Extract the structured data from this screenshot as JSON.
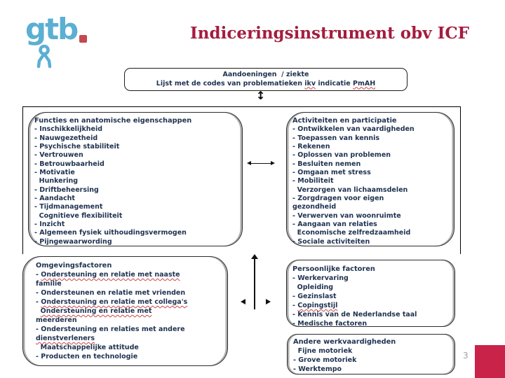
{
  "colors": {
    "title_red": "#A41C3E",
    "text_navy": "#1F3250",
    "logo_blue": "#5BAFD2",
    "logo_dot_red": "#C4494F",
    "corner_red": "#C9234A",
    "squiggle_red": "#CC4444",
    "page_number_gray": "#98A2AC"
  },
  "logo": {
    "text": "gtb"
  },
  "title": {
    "text": "Indiceringsinstrument obv ICF"
  },
  "top_box": {
    "line1": "Aandoeningen  / ziekte",
    "line2_prefix": "Lijst met de codes van problematieken ",
    "line2_term1": "ikv",
    "line2_mid": " indicatie ",
    "line2_term2": "PmAH"
  },
  "boxes": {
    "functies": {
      "title": "Functies en anatomische eigenschappen",
      "lines": [
        {
          "text": "- Inschikkelijkheid"
        },
        {
          "text": "- Nauwgezetheid"
        },
        {
          "text": "- Psychische stabiliteit"
        },
        {
          "text": "- Vertrouwen"
        },
        {
          "text": "- Betrouwbaarheid"
        },
        {
          "text": "- Motivatie"
        },
        {
          "text": "  Hunkering"
        },
        {
          "text": "- Driftbeheersing"
        },
        {
          "text": "- Aandacht"
        },
        {
          "text": "- Tijdmanagement"
        },
        {
          "text": "  Cognitieve flexibiliteit"
        },
        {
          "text": "- Inzicht"
        },
        {
          "text": "- Algemeen fysiek uithoudingsvermogen"
        },
        {
          "text": "- Pijngewaarwording"
        }
      ]
    },
    "activiteiten": {
      "title": "Activiteiten en participatie",
      "lines": [
        {
          "text": "- Ontwikkelen van vaardigheden"
        },
        {
          "text": "- Toepassen van kennis"
        },
        {
          "text": "- Rekenen"
        },
        {
          "text": "- Oplossen van problemen"
        },
        {
          "text": "- Besluiten nemen"
        },
        {
          "text": "- Omgaan met stress"
        },
        {
          "text": "- Mobiliteit"
        },
        {
          "text": "  Verzorgen van lichaamsdelen"
        },
        {
          "text": "- Zorgdragen voor eigen"
        },
        {
          "text": "gezondheid"
        },
        {
          "text": "- Verwerven van woonruimte"
        },
        {
          "text": "- Aangaan van relaties"
        },
        {
          "text": "  Economische zelfredzaamheid"
        },
        {
          "text": "- Sociale activiteiten"
        }
      ]
    },
    "omgeving": {
      "title": "Omgevingsfactoren",
      "lines": [
        {
          "text": "- Ondersteuning en relatie met naaste",
          "squiggle": "Ondersteuning en relatie met naaste"
        },
        {
          "text": "familie"
        },
        {
          "text": "- Ondersteunen en relatie met vrienden"
        },
        {
          "text": "- Ondersteuning en relatie met collega's",
          "squiggle": "Ondersteuning en relatie met collega's"
        },
        {
          "text": "  Ondersteuning en relatie met",
          "squiggle": "Ondersteuning en relatie met"
        },
        {
          "text": "meerderen"
        },
        {
          "text": "- Ondersteuning en relaties met andere"
        },
        {
          "text": "dienstverleners",
          "squiggle": "dienstverleners"
        },
        {
          "text": "  Maatschappelijke attitude"
        },
        {
          "text": "- Producten en technologie"
        }
      ]
    },
    "persoonlijk": {
      "title": "Persoonlijke factoren",
      "lines": [
        {
          "text": "- Werkervaring"
        },
        {
          "text": "  Opleiding"
        },
        {
          "text": "- Gezinslast"
        },
        {
          "text": "- Copingstijl",
          "squiggle": "Copingstijl"
        },
        {
          "text": "- Kennis van de Nederlandse taal"
        },
        {
          "text": "- Medische factoren"
        }
      ]
    },
    "andere": {
      "title": "Andere werkvaardigheden",
      "lines": [
        {
          "text": "  Fijne motoriek"
        },
        {
          "text": "- Grove motoriek"
        },
        {
          "text": "- Werktempo"
        }
      ]
    }
  },
  "footer": {
    "page_number": "3"
  }
}
